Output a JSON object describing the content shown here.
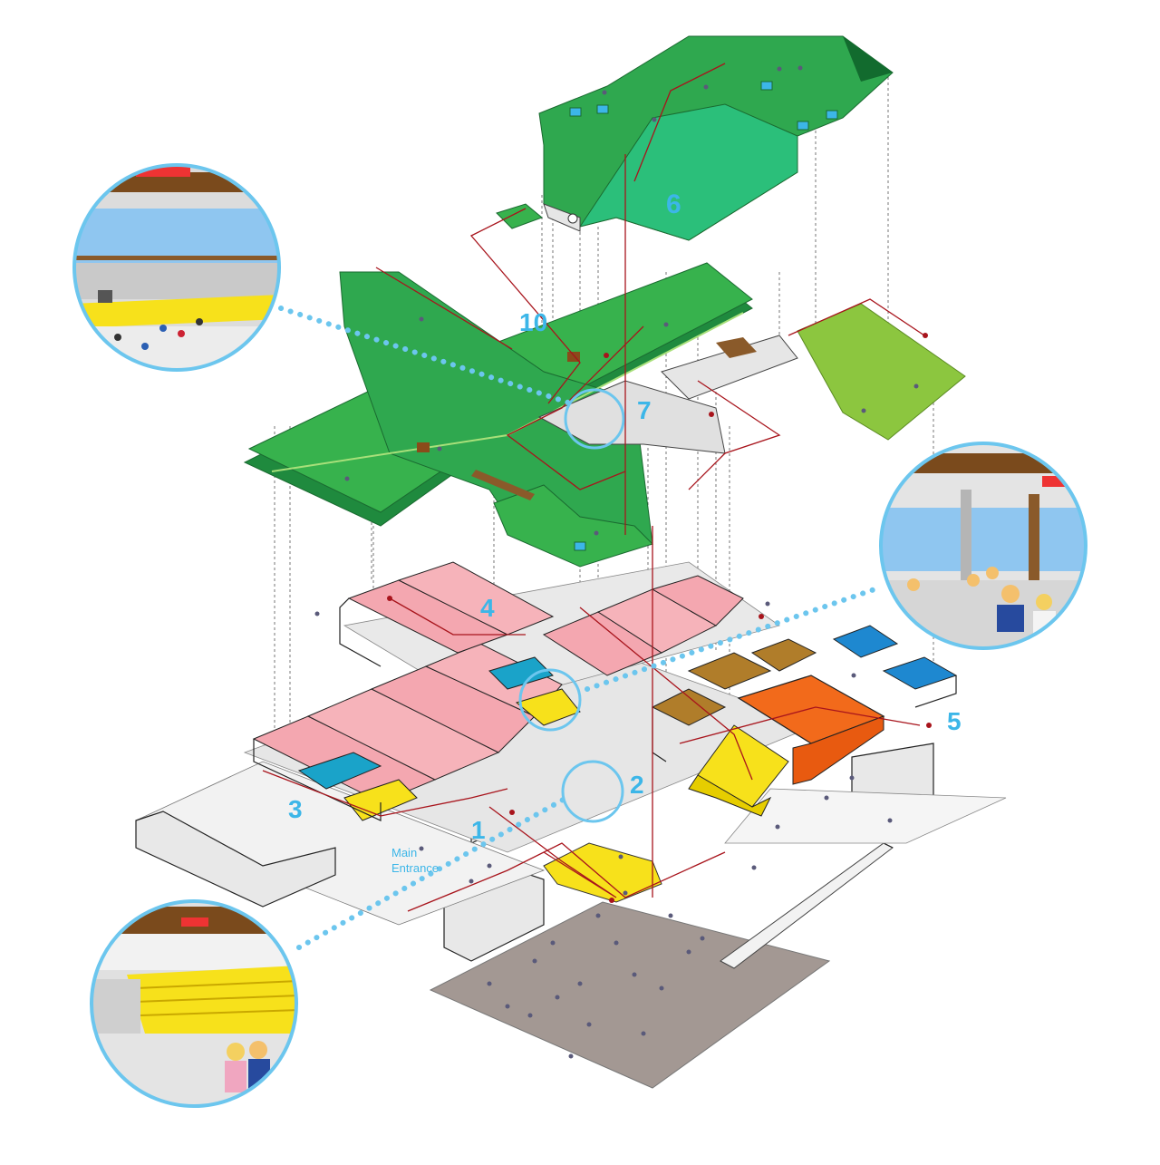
{
  "labels": {
    "n1": "1",
    "n2": "2",
    "n3": "3",
    "n4": "4",
    "n5": "5",
    "n6": "6",
    "n7": "7",
    "n10": "10",
    "main_entrance_line1": "Main",
    "main_entrance_line2": "Entrance"
  },
  "colors": {
    "accent_blue": "#3cb6e8",
    "roof_green": "#2fa84f",
    "roof_green_dark": "#1f8a3e",
    "roof_green_light": "#8cc63f",
    "classroom_pink": "#f4a7b0",
    "hall_orange": "#f26a1b",
    "stair_yellow": "#f7e11b",
    "room_blue": "#1e88d0",
    "room_brown": "#b07d2a",
    "plaza_brown": "#a39893",
    "route_red": "#a8141c"
  },
  "icons": {
    "vignette_gym": "gym-vignette-icon",
    "vignette_corridor": "corridor-vignette-icon",
    "vignette_tribune": "tribune-vignette-icon"
  }
}
